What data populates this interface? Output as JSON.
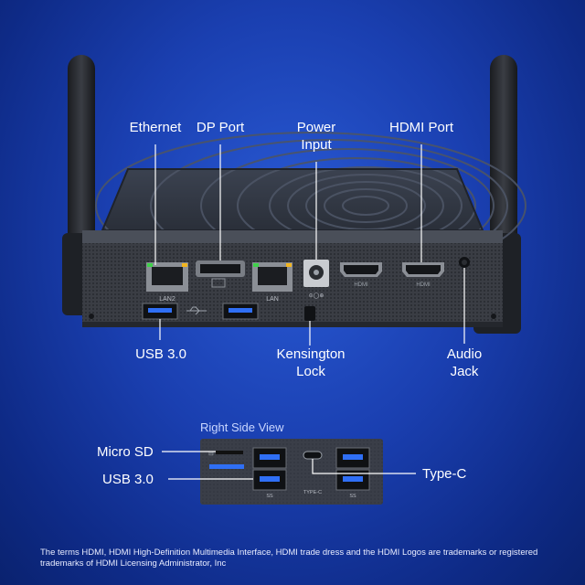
{
  "labels": {
    "ethernet": "Ethernet",
    "dp_port": "DP Port",
    "power_input_1": "Power",
    "power_input_2": "Input",
    "hdmi_port": "HDMI Port",
    "usb30_back": "USB 3.0",
    "kensington_1": "Kensington",
    "kensington_2": "Lock",
    "audio_1": "Audio",
    "audio_2": "Jack"
  },
  "port_marks": {
    "lan2": "LAN2",
    "lan": "LAN",
    "hdmi_a": "HDMI",
    "hdmi_b": "HDMI",
    "ss_left": "SS",
    "ss_right": "SS",
    "typec": "TYPE-C"
  },
  "side_view": {
    "title": "Right Side View",
    "micro_sd": "Micro SD",
    "usb30": "USB 3.0",
    "type_c": "Type-C"
  },
  "footer": {
    "line1": "The terms HDMI, HDMI High-Definition Multimedia Interface, HDMI trade dress and the HDMI Logos are trademarks or registered",
    "line2": "trademarks of HDMI Licensing Administrator, Inc"
  },
  "colors": {
    "background": "#1a3fb0",
    "accent_blue": "#2f6ff5",
    "lan_led_green": "#3fd14a",
    "lan_led_amber": "#f2b51e"
  }
}
